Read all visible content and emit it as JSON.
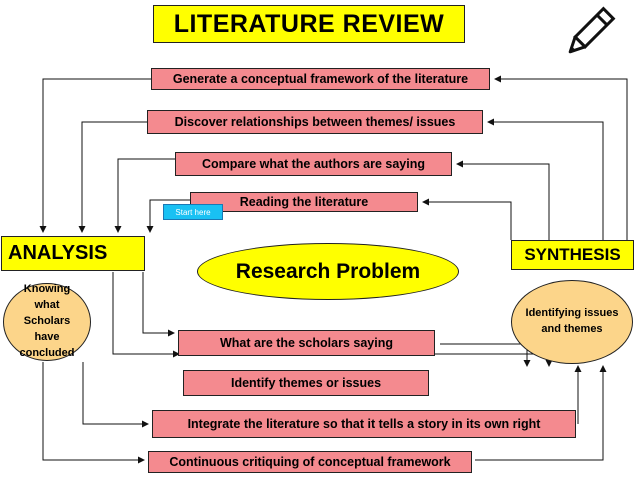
{
  "title": "LITERATURE REVIEW",
  "steps": {
    "generate": "Generate a conceptual framework of the literature",
    "discover": "Discover relationships between themes/ issues",
    "compare": "Compare what the authors are saying",
    "reading": "Reading the literature",
    "scholars": "What are the scholars saying",
    "identify": "Identify themes or issues",
    "integrate": "Integrate the literature so that it tells a story in its own right",
    "continuous": "Continuous critiquing of conceptual framework"
  },
  "start_label": "Start here",
  "analysis": "ANALYSIS",
  "synthesis": "SYNTHESIS",
  "research_problem": "Research Problem",
  "knowing": {
    "line1": "Knowing what",
    "line2": "Scholars have",
    "line3": "concluded"
  },
  "identifying": {
    "line1": "Identifying issues",
    "line2": "and themes"
  },
  "colors": {
    "step_fill": "#f48a8f",
    "title_fill": "#ffff00",
    "oval_fill": "#fcd58a",
    "start_fill": "#19c1f3"
  },
  "icons": [
    "pencil-icon"
  ]
}
